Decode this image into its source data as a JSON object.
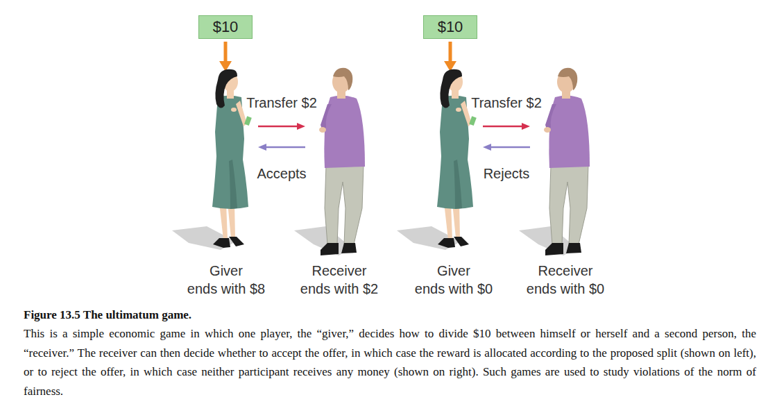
{
  "diagram": {
    "title": "Figure 13.5 The ultimatum game.",
    "caption": "This is a simple economic game in which one player, the “giver,” decides how to divide $10 between himself or herself and a second person, the “receiver.” The receiver can then decide whether to accept the offer, in which case the reward is allocated according to the proposed split (shown on left), or to reject the offer, in which case neither participant receives any money (shown on right). Such games are used to study violations of the norm of fairness.",
    "nodes": [
      {
        "text": [
          "$10"
        ]
      },
      {
        "text": [
          "$10"
        ]
      }
    ],
    "labels": [
      "Transfer $2",
      "Accepts",
      "Giver",
      "ends with $8",
      "Receiver",
      "ends with $2",
      "Transfer $2",
      "Rejects",
      "Giver",
      "ends with $0",
      "Receiver",
      "ends with $0"
    ]
  }
}
